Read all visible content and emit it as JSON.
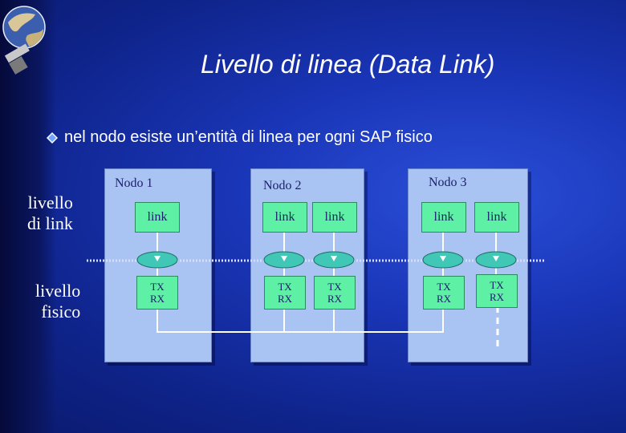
{
  "title": "Livello di linea (Data Link)",
  "bullet": {
    "icon": "diamond-bullet-icon",
    "text": "nel nodo esiste un’entità di linea per ogni SAP fisico"
  },
  "side_labels": {
    "link_level": [
      "livello",
      "di link"
    ],
    "physical_level": [
      "livello",
      "fisico"
    ]
  },
  "nodes": [
    {
      "label": "Nodo 1"
    },
    {
      "label": "Nodo 2"
    },
    {
      "label": "Nodo 3"
    }
  ],
  "link_labels": [
    "link",
    "link",
    "link",
    "link",
    "link"
  ],
  "txrx_labels": [
    [
      "TX",
      "RX"
    ],
    [
      "TX",
      "RX"
    ],
    [
      "TX",
      "RX"
    ],
    [
      "TX",
      "RX"
    ],
    [
      "TX",
      "RX"
    ]
  ],
  "colors": {
    "background": "#1a36b8",
    "node_fill": "#a9c4f2",
    "entity_fill": "#5ef0a4",
    "sap_fill": "#40c7b5",
    "text_dark": "#1b1e6c",
    "text_light": "#ffffff"
  }
}
